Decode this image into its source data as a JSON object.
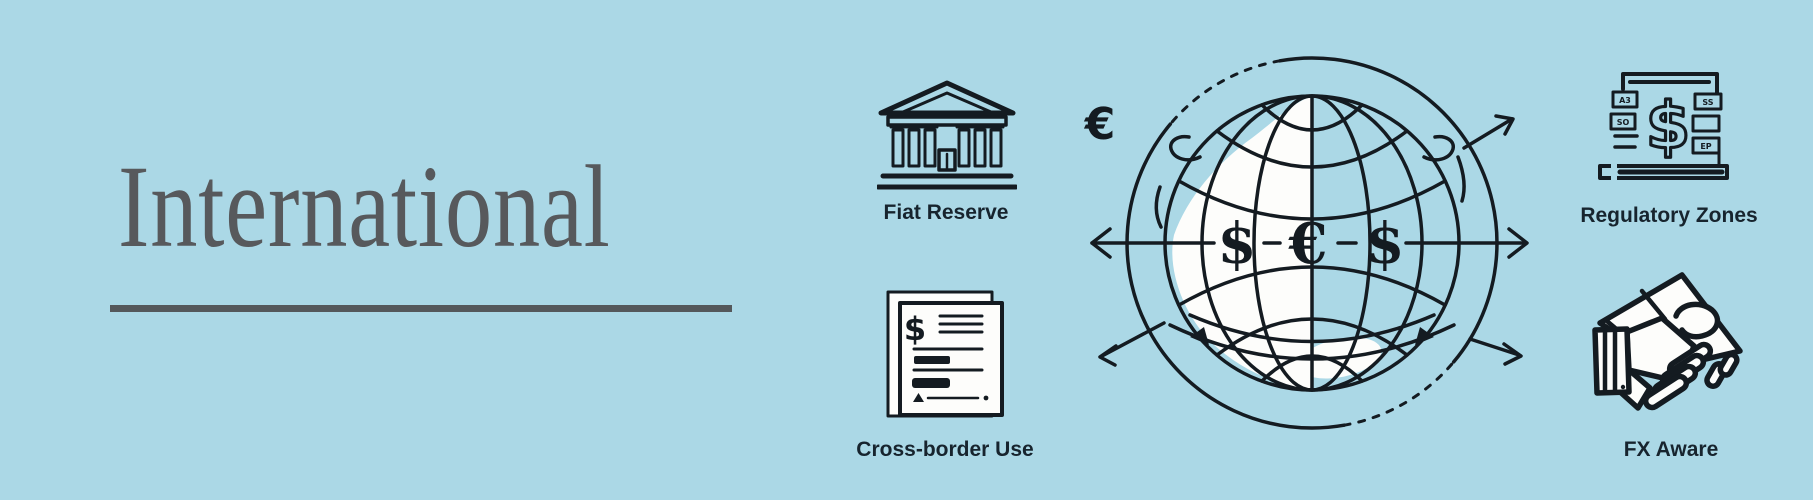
{
  "canvas": {
    "background": "#abd8e6",
    "ink": "#141b21",
    "accent_gray": "#54585b"
  },
  "title": {
    "text": "International",
    "color": "#57595c"
  },
  "features": [
    {
      "label": "Fiat Reserve",
      "icon": "bank-icon"
    },
    {
      "label": "Cross-border Use",
      "icon": "document-icon"
    },
    {
      "label": "Regulatory Zones",
      "icon": "regulatory-ledger-icon"
    },
    {
      "label": "FX Aware",
      "icon": "handshake-icon"
    }
  ],
  "globe": {
    "equator_currencies": [
      "$",
      "€",
      "$"
    ],
    "floating_currency": "€"
  },
  "document_icon": {
    "currency": "$"
  },
  "regulatory_icon": {
    "currency": "$",
    "tags": [
      "A3",
      "SO",
      "SS",
      "EP"
    ]
  }
}
